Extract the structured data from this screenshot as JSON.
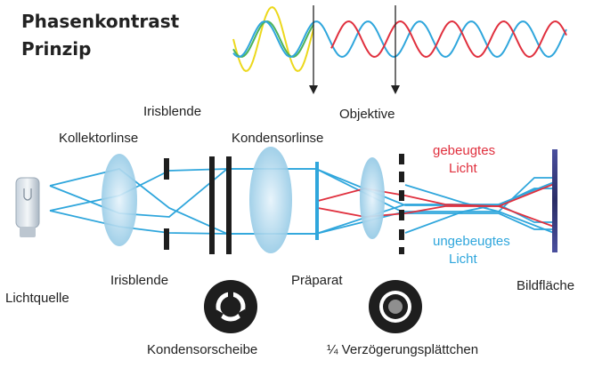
{
  "title": {
    "line1": "Phasenkontrast",
    "line2": "Prinzip"
  },
  "labels": {
    "irisblende_top": "Irisblende",
    "kollektorlinse": "Kollektorlinse",
    "kondensorlinse": "Kondensorlinse",
    "objektive": "Objektive",
    "gebeugtes_1": "gebeugtes",
    "gebeugtes_2": "Licht",
    "ungebeugtes_1": "ungebeugtes",
    "ungebeugtes_2": "Licht",
    "lichtquelle": "Lichtquelle",
    "irisblende_bottom": "Irisblende",
    "praeparat": "Präparat",
    "bildflaeche": "Bildfläche",
    "kondensorscheibe": "Kondensorscheibe",
    "verzoegerung": "¼ Verzögerungsplättchen"
  },
  "colors": {
    "diffracted": "#e0303e",
    "undiffracted": "#2fa6dc",
    "wave_yellow": "#ecd81c",
    "wave_green": "#4cb35a",
    "dark": "#1e1e1e"
  },
  "icons": [
    "lamp-icon",
    "condenser-disc-icon",
    "phase-ring-icon",
    "arrow-down-icon"
  ]
}
